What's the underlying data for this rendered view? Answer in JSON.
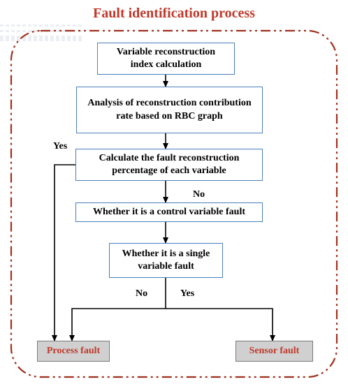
{
  "title": "Fault identification process",
  "steps": {
    "s1": "Variable reconstruction index calculation",
    "s2": "Analysis of reconstruction contribution rate based on RBC graph",
    "s3": "Calculate the fault reconstruction percentage of each variable",
    "s4": "Whether it is a control variable fault",
    "s5": "Whether it is a single variable fault"
  },
  "outcomes": {
    "process": "Process fault",
    "sensor": "Sensor  fault"
  },
  "edge_labels": {
    "yes_left": "Yes",
    "no_top": "No",
    "no_bottom": "No",
    "yes_bottom": "Yes"
  },
  "colors": {
    "title": "#c0392b",
    "frame": "#a0301e",
    "box_border": "#4a7ebb",
    "outcome_fill": "#d0d0d0",
    "outcome_text": "#c0392b"
  }
}
